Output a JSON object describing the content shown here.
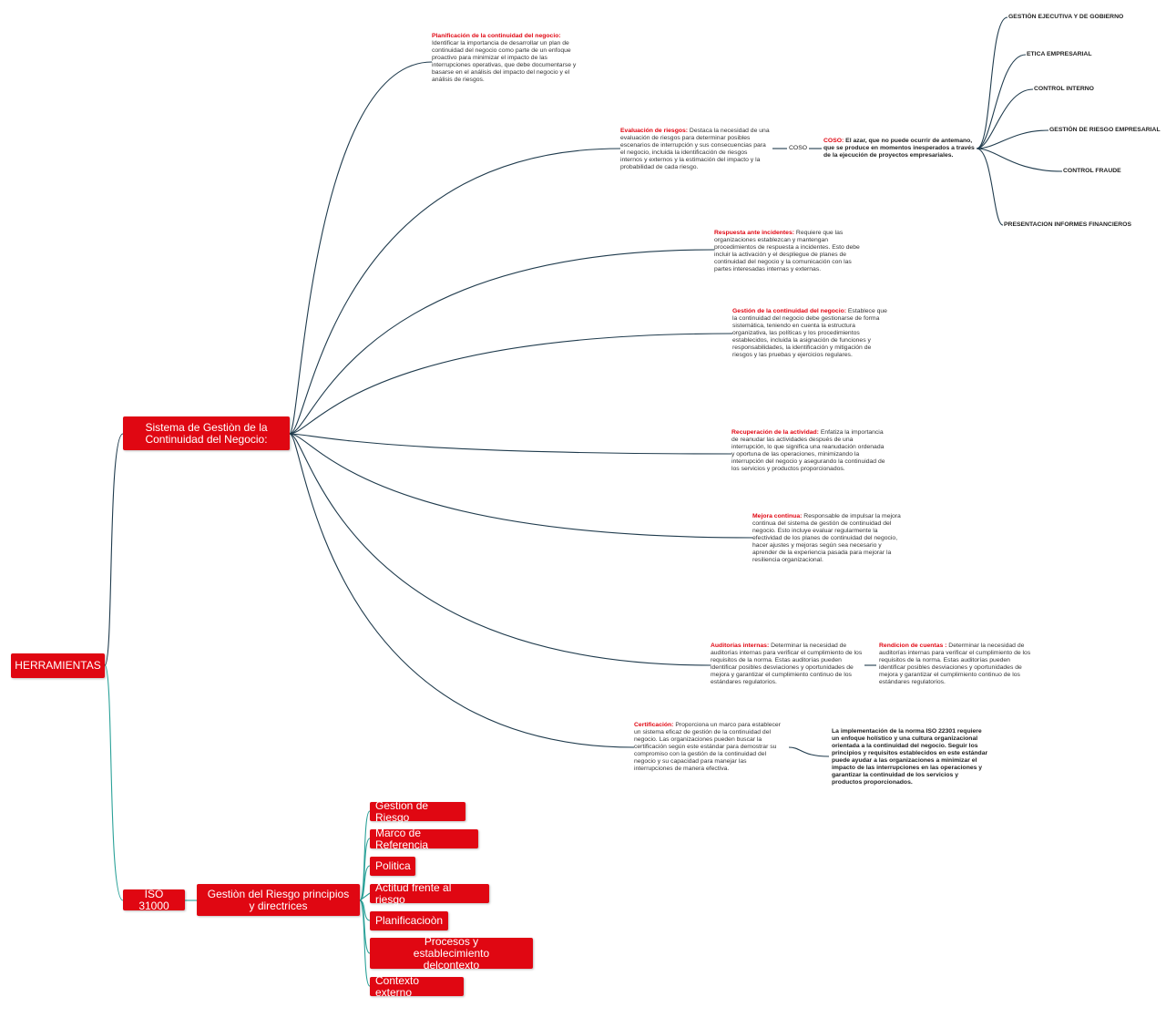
{
  "root": "HERRAMIENTAS",
  "sgcn": {
    "title": "Sistema de Gestiòn de la Continuidad del Negocio:",
    "items": [
      {
        "head": "Planificación de la continuidad del negocio:",
        "body": " Identificar la importancia de desarrollar un plan de continuidad del negocio como parte de un enfoque proactivo para minimizar el impacto de las interrupciones operativas, que debe documentarse y basarse en el análisis del impacto del negocio y el análisis de riesgos."
      },
      {
        "head": "Evaluación de riesgos:",
        "body": " Destaca la necesidad de una evaluación de riesgos para determinar posibles escenarios de interrupción y sus consecuencias para el negocio, incluida la identificación de riesgos internos y externos y la estimación del impacto y la probabilidad de cada riesgo."
      },
      {
        "head": "Respuesta ante incidentes:",
        "body": " Requiere que las organizaciones establezcan y mantengan procedimientos de respuesta a incidentes. Esto debe incluir la activación y el despliegue de planes de continuidad del negocio y la comunicación con las partes interesadas internas y externas."
      },
      {
        "head": "Gestión de la continuidad del negocio:",
        "body": " Establece que la continuidad del negocio debe gestionarse de forma sistemática, teniendo en cuenta la estructura organizativa, las políticas y los procedimientos establecidos, incluida la asignación de funciones y responsabilidades, la identificación y mitigación de riesgos y las pruebas y ejercicios regulares."
      },
      {
        "head": "Recuperación de la actividad:",
        "body": " Enfatiza la importancia de reanudar las actividades después de una interrupción, lo que significa una reanudación ordenada y oportuna de las operaciones, minimizando la interrupción del negocio y asegurando la continuidad de los servicios y productos proporcionados."
      },
      {
        "head": "Mejora continua:",
        "body": " Responsable de impulsar la mejora continua del sistema de gestión de continuidad del negocio. Esto incluye evaluar regularmente la efectividad de los planes de continuidad del negocio, hacer ajustes y mejoras según sea necesario y aprender de la experiencia pasada para mejorar la resiliencia organizacional."
      },
      {
        "head": "Auditorías internas:",
        "body": " Determinar la necesidad de auditorías internas para verificar el cumplimiento de los requisitos de la norma. Estas auditorías pueden identificar posibles desviaciones y oportunidades de mejora y garantizar el cumplimiento continuo de los estándares regulatorios."
      },
      {
        "head": "Certificación:",
        "body": "  Proporciona un marco para establecer un sistema eficaz de gestión de la continuidad del negocio. Las organizaciones pueden buscar la certificación según este estándar para demostrar su compromiso con la gestión de la continuidad del negocio y su capacidad para manejar las interrupciones de manera efectiva."
      }
    ],
    "coso_label": "COSO",
    "coso": {
      "head": "COSO:",
      "body": "  El azar, que no puede ocurrir de antemano, que se produce en momentos inesperados a través de la ejecución de proyectos empresariales."
    },
    "coso_children": [
      "GESTIÒN EJECUTIVA Y DE GOBIERNO",
      "ETICA EMPRESARIAL",
      "CONTROL INTERNO",
      "GESTIÒN DE RIESGO EMPRESARIAL",
      "CONTROL FRAUDE",
      "PRESENTACION INFORMES FINANCIEROS"
    ],
    "rendicion": {
      "head": "Rendicion de cuentas :",
      "body": " Determinar la necesidad de auditorías internas para verificar el cumplimiento de los requisitos de la norma. Estas auditorías pueden identificar posibles desviaciones y oportunidades de mejora y garantizar el cumplimiento continuo de los estándares regulatorios."
    },
    "iso22301": "La implementación de la norma ISO 22301 requiere un enfoque holístico y una cultura organizacional orientada a la continuidad del negocio. Seguir los principios y requisitos establecidos en este estándar puede ayudar a las organizaciones a minimizar el impacto de las interrupciones en las operaciones y garantizar la continuidad de los servicios y productos proporcionados."
  },
  "iso31000": {
    "label": "ISO 31000",
    "gestion": "Gestiòn del Riesgo        principios y directrices",
    "items": [
      "Gestion de Riesgo",
      "Marco de Referencia",
      "Politica",
      "Actitud frente al riesgo",
      "Planificacioòn",
      "Procesos y establecimiento delcontexto",
      "Contexto externo"
    ]
  },
  "colors": {
    "accent": "#e00712",
    "line_dark": "#1f3b4d",
    "line_teal": "#2aa198"
  }
}
